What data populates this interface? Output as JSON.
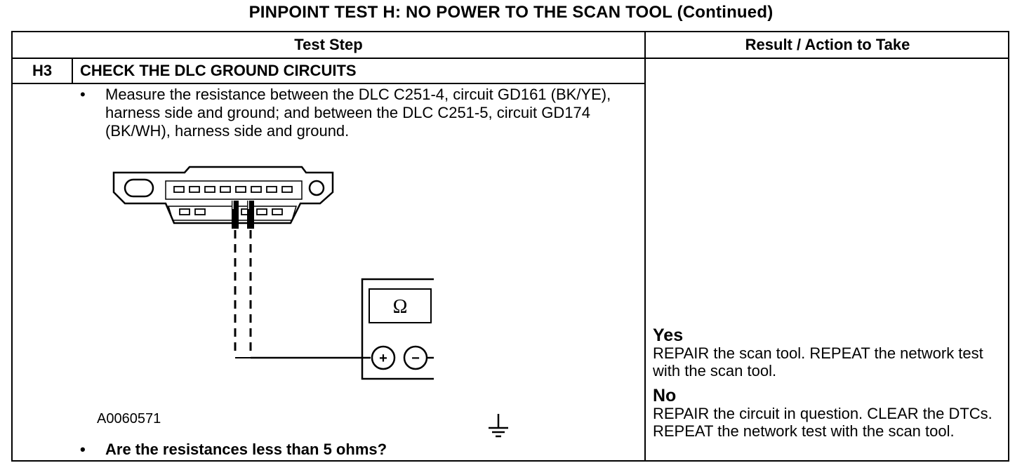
{
  "document": {
    "title": "PINPOINT TEST H: NO POWER TO THE SCAN TOOL (Continued)",
    "headers": {
      "test_step": "Test Step",
      "result_action": "Result / Action to Take"
    },
    "step": {
      "id": "H3",
      "title": "CHECK THE DLC GROUND CIRCUITS",
      "bullets": [
        "Measure the resistance between the DLC C251-4, circuit GD161 (BK/YE), harness side and ground; and between the DLC C251-5, circuit GD174 (BK/WH), harness side and ground.",
        "Are the resistances less than 5 ohms?"
      ],
      "figure": {
        "code": "A0060571",
        "meter_symbol": "Ω",
        "plus": "+",
        "minus": "−"
      }
    },
    "results": {
      "yes_label": "Yes",
      "yes_action": "REPAIR the scan tool. REPEAT the network test with the scan tool.",
      "no_label": "No",
      "no_action": "REPAIR the circuit in question. CLEAR the DTCs. REPEAT the network test with the scan tool."
    }
  }
}
